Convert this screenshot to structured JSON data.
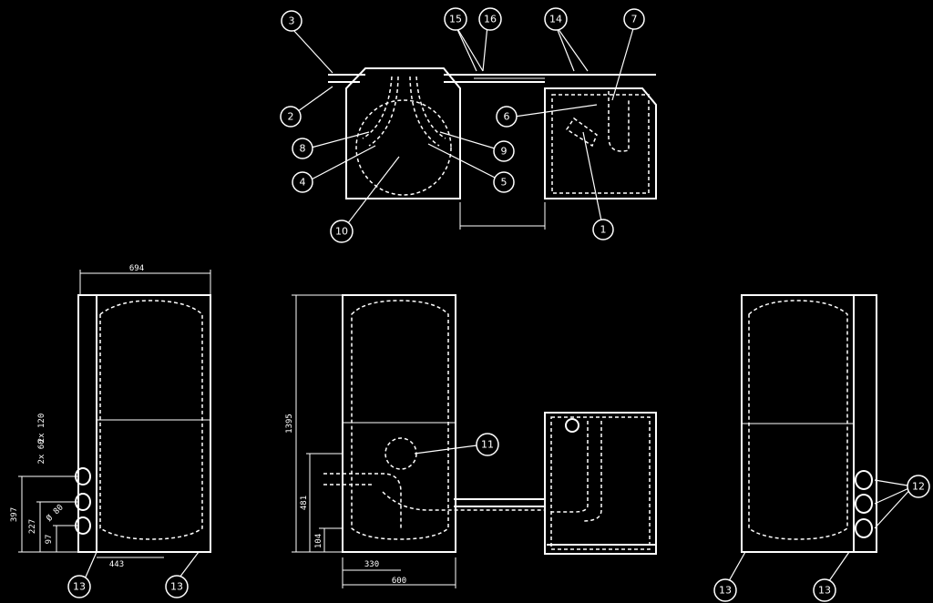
{
  "callouts": {
    "c1": "1",
    "c2": "2",
    "c3": "3",
    "c4": "4",
    "c5": "5",
    "c6": "6",
    "c7": "7",
    "c8": "8",
    "c9": "9",
    "c10": "10",
    "c11": "11",
    "c12": "12",
    "c13a": "13",
    "c13b": "13",
    "c13c": "13",
    "c13d": "13",
    "c14": "14",
    "c15": "15",
    "c16": "16"
  },
  "dimensions": {
    "width_top": "694",
    "height_total": "1395",
    "d_2x60": "2x 60",
    "d_2x120": "2x 120",
    "d_phi80": "Ø 80",
    "d_397": "397",
    "d_227": "227",
    "d_97": "97",
    "d_443": "443",
    "d_481": "481",
    "d_104": "104",
    "d_330": "330",
    "d_600": "600"
  }
}
